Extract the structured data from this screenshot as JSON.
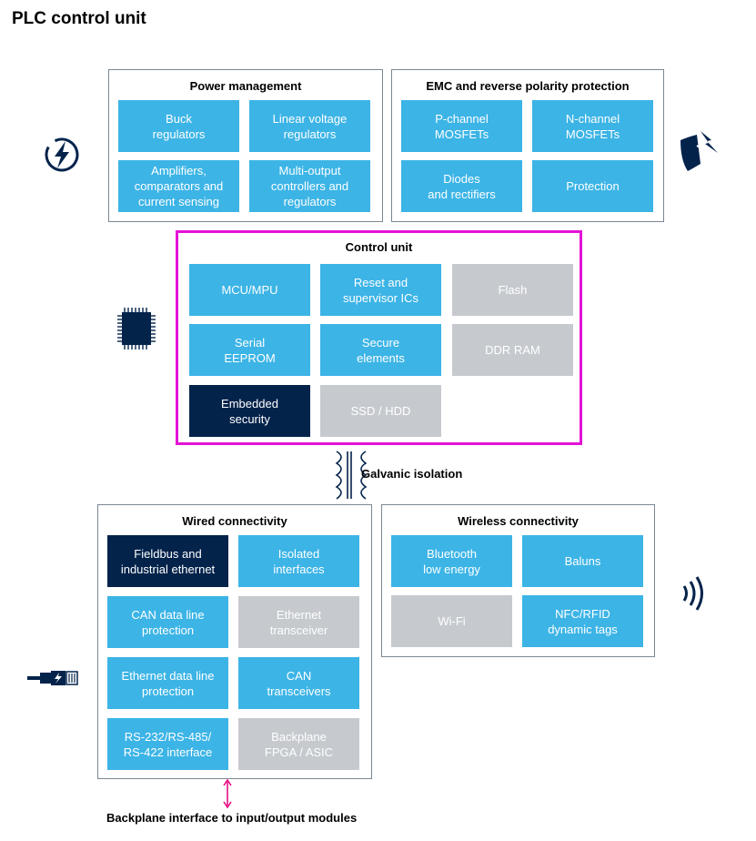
{
  "title": "PLC control unit",
  "colors": {
    "block": "#3cb4e6",
    "inactive": "#c6cacf",
    "highlight": "#03234b",
    "control_border": "#e312d6",
    "arrow": "#e6007e"
  },
  "power": {
    "title": "Power management",
    "cells": [
      "Buck\nregulators",
      "Linear voltage\nregulators",
      "Amplifiers,\ncomparators and\ncurrent sensing",
      "Multi-output\ncontrollers and\nregulators"
    ]
  },
  "emc": {
    "title": "EMC and reverse polarity protection",
    "cells": [
      "P-channel\nMOSFETs",
      "N-channel\nMOSFETs",
      "Diodes\nand rectifiers",
      "Protection"
    ]
  },
  "control": {
    "title": "Control unit",
    "cells": [
      "MCU/MPU",
      "Reset and\nsupervisor ICs",
      "Flash",
      "Serial\nEEPROM",
      "Secure\nelements",
      "DDR RAM",
      "Embedded\nsecurity",
      "SSD / HDD"
    ]
  },
  "galvanic": "Galvanic isolation",
  "wired": {
    "title": "Wired connectivity",
    "cells": [
      "Fieldbus and\nindustrial ethernet",
      "Isolated\ninterfaces",
      "CAN data line\nprotection",
      "Ethernet\ntransceiver",
      "Ethernet data line\nprotection",
      "CAN\ntransceivers",
      "RS-232/RS-485/\nRS-422 interface",
      "Backplane\nFPGA / ASIC"
    ]
  },
  "wireless": {
    "title": "Wireless connectivity",
    "cells": [
      "Bluetooth\nlow energy",
      "Baluns",
      "Wi-Fi",
      "NFC/RFID\ndynamic tags"
    ]
  },
  "backplane": "Backplane interface to input/output modules",
  "icons": [
    "lightning-icon",
    "shield-lightning-icon",
    "chip-icon",
    "ethernet-plug-icon",
    "wireless-waves-icon",
    "double-arrow-icon"
  ]
}
